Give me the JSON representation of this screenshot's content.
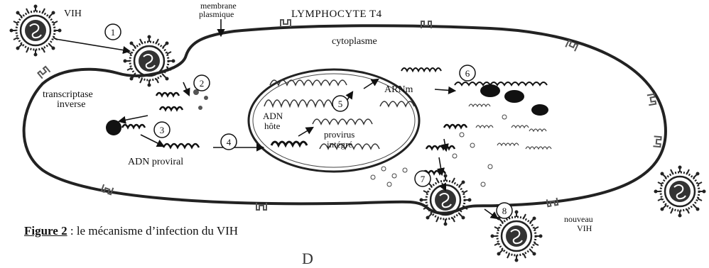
{
  "labels": {
    "vih": "VIH",
    "membrane_line1": "membrane",
    "membrane_line2": "plasmique",
    "cell_title": "LYMPHOCYTE T4",
    "cytoplasm": "cytoplasme",
    "reverse_transcriptase_line1": "transcriptase",
    "reverse_transcriptase_line2": "inverse",
    "proviral_dna": "ADN proviral",
    "host_dna_line1": "ADN",
    "host_dna_line2": "hôte",
    "provirus_line1": "provirus",
    "provirus_line2": "intégré",
    "mrna": "ARNm",
    "new_vih_line1": "nouveau",
    "new_vih_line2": "VIH"
  },
  "steps": [
    "1",
    "2",
    "3",
    "4",
    "5",
    "6",
    "7",
    "8"
  ],
  "caption": {
    "figure": "Figure 2",
    "text": " : le mécanisme d’infection du VIH"
  },
  "footer_text": "D"
}
